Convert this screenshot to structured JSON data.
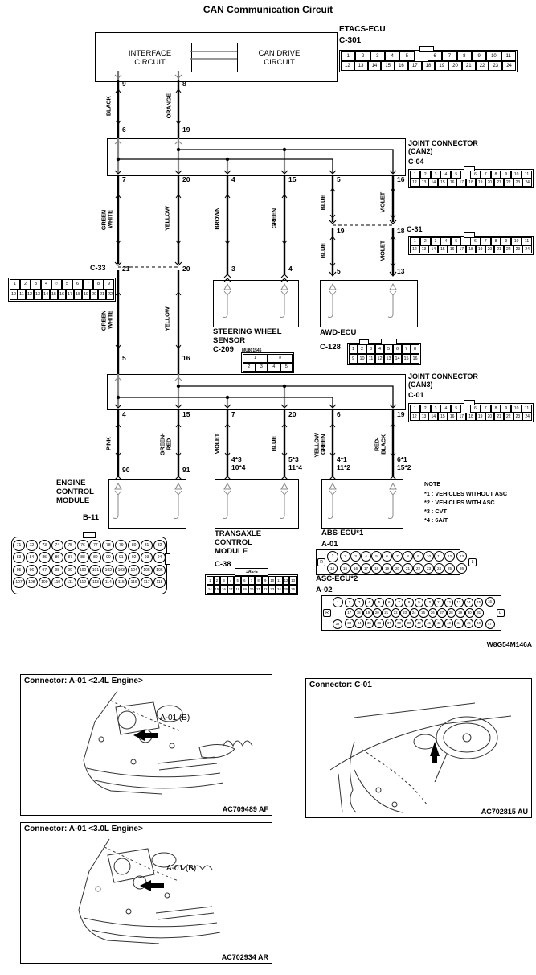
{
  "title": "CAN Communication Circuit",
  "watermark": "W8G54M146A",
  "etacs": {
    "name": "ETACS-ECU",
    "code": "C-301",
    "interface": "INTERFACE\nCIRCUIT",
    "can_drive": "CAN DRIVE\nCIRCUIT"
  },
  "jc2": {
    "name": "JOINT CONNECTOR\n(CAN2)",
    "code": "C-04"
  },
  "jc3": {
    "name": "JOINT CONNECTOR\n(CAN3)",
    "code": "C-01"
  },
  "c31": {
    "code": "C-31"
  },
  "c33": {
    "code": "C-33"
  },
  "sensor": {
    "name": "STEERING WHEEL\nSENSOR",
    "code": "C-209",
    "tag": "MU801545"
  },
  "awd": {
    "name": "AWD-ECU",
    "code": "C-128"
  },
  "ecm": {
    "name": "ENGINE\nCONTROL\nMODULE",
    "code": "B-11"
  },
  "tcm": {
    "name": "TRANSAXLE\nCONTROL\nMODULE",
    "code": "C-38"
  },
  "abs": {
    "name": "ABS-ECU*1",
    "code": "A-01"
  },
  "asc": {
    "name": "ASC-ECU*2",
    "code": "A-02"
  },
  "note": {
    "title": "NOTE",
    "l1": "*1 : VEHICLES WITHOUT ASC",
    "l2": "*2 : VEHICLES WITH ASC",
    "l3": "*3 : CVT",
    "l4": "*4 : 6A/T"
  },
  "wire_colors": {
    "top": [
      "BLACK",
      "ORANGE"
    ],
    "mid": [
      "GREEN-\nWHITE",
      "YELLOW",
      "BROWN",
      "GREEN",
      "BLUE",
      "VIOLET"
    ],
    "c31_awd": [
      "BLUE",
      "VIOLET"
    ],
    "c33_can3": [
      "GREEN-\nWHITE",
      "YELLOW"
    ],
    "bottom": [
      "PINK",
      "GREEN-\nRED",
      "VIOLET",
      "BLUE",
      "YELLOW-\nGREEN",
      "RED-\nBLACK"
    ]
  },
  "pins": {
    "etacs_out": [
      "9",
      "8"
    ],
    "can2_in": [
      "6",
      "19"
    ],
    "can2_out": [
      "7",
      "20",
      "4",
      "15",
      "5",
      "16"
    ],
    "c31_in": [
      "19",
      "18"
    ],
    "c31_out": [
      "5",
      "13"
    ],
    "c33_in": [
      "21",
      "20"
    ],
    "c33_out": [
      "5",
      "16"
    ],
    "sensor_in": [
      "3",
      "4"
    ],
    "can3_out": [
      "4",
      "15",
      "7",
      "20",
      "6",
      "19"
    ],
    "module_in": [
      "90",
      "91",
      "4*3\n10*4",
      "5*3\n11*4",
      "4*1\n11*2",
      "6*1\n15*2"
    ]
  },
  "connectors": {
    "c301": {
      "rows": [
        [
          "1",
          "2",
          "3",
          "4",
          "5",
          "",
          "6",
          "7",
          "8",
          "9",
          "10",
          "11"
        ],
        [
          "12",
          "13",
          "14",
          "15",
          "16",
          "17",
          "18",
          "19",
          "20",
          "21",
          "22",
          "23",
          "24"
        ]
      ]
    },
    "c04": {
      "rows": [
        [
          "1",
          "2",
          "3",
          "4",
          "5",
          "",
          "6",
          "7",
          "8",
          "9",
          "10",
          "11"
        ],
        [
          "12",
          "13",
          "14",
          "15",
          "16",
          "17",
          "18",
          "19",
          "20",
          "21",
          "22",
          "23",
          "24"
        ]
      ]
    },
    "c31": {
      "rows": [
        [
          "1",
          "2",
          "3",
          "4",
          "5",
          "",
          "6",
          "7",
          "8",
          "9",
          "10",
          "11"
        ],
        [
          "12",
          "13",
          "14",
          "15",
          "16",
          "17",
          "18",
          "19",
          "20",
          "21",
          "22",
          "23",
          "24"
        ]
      ]
    },
    "c01": {
      "rows": [
        [
          "1",
          "2",
          "3",
          "4",
          "5",
          "",
          "6",
          "7",
          "8",
          "9",
          "10",
          "11"
        ],
        [
          "12",
          "13",
          "14",
          "15",
          "16",
          "17",
          "18",
          "19",
          "20",
          "21",
          "22",
          "23",
          "24"
        ]
      ]
    },
    "c33": {
      "rows": [
        [
          "1",
          "2",
          "3",
          "4",
          "○",
          "5",
          "6",
          "7",
          "8",
          "9"
        ],
        [
          "10",
          "11",
          "12",
          "13",
          "14",
          "15",
          "16",
          "17",
          "18",
          "19",
          "20",
          "21",
          "22"
        ]
      ]
    },
    "c209": {
      "rows": [
        [
          "1",
          "✕"
        ],
        [
          "2",
          "3",
          "4",
          "5"
        ]
      ]
    },
    "c128": {
      "rows": [
        [
          "1",
          "2",
          "3",
          "4",
          "5",
          "6",
          "7",
          "8"
        ],
        [
          "9",
          "10",
          "11",
          "12",
          "13",
          "14",
          "15",
          "16"
        ]
      ]
    },
    "b11": {
      "rows": [
        [
          "71",
          "72",
          "73",
          "74",
          "75",
          "76",
          "77",
          "78",
          "79",
          "80",
          "81",
          "82"
        ],
        [
          "83",
          "84",
          "85",
          "86",
          "87",
          "88",
          "89",
          "90",
          "91",
          "92",
          "93",
          "94"
        ],
        [
          "95",
          "96",
          "97",
          "98",
          "99",
          "100",
          "101",
          "102",
          "103",
          "104",
          "105",
          "106"
        ],
        [
          "107",
          "108",
          "109",
          "110",
          "111",
          "112",
          "113",
          "114",
          "115",
          "116",
          "117",
          "118"
        ]
      ]
    },
    "c38": {
      "label": "JAE-E",
      "rows": [
        [
          "1",
          "2",
          "3",
          "4",
          "5",
          "6",
          "7",
          "8",
          "9",
          "10",
          "11",
          "12",
          "13"
        ],
        [
          "14",
          "15",
          "16",
          "17",
          "18",
          "19",
          "20",
          "21",
          "22",
          "23",
          "24",
          "25",
          "26"
        ]
      ]
    },
    "a01": {
      "left": "R",
      "right": "L",
      "corner": [
        "1",
        "14",
        "13",
        "26"
      ],
      "rows": [
        [
          "2",
          "3",
          "4",
          "5",
          "6",
          "7",
          "8",
          "9",
          "10",
          "11",
          "12"
        ],
        [
          "15",
          "16",
          "17",
          "18",
          "19",
          "20",
          "21",
          "22",
          "23",
          "24",
          "25"
        ]
      ]
    },
    "a02": {
      "left": "R",
      "right": "L",
      "corner": [
        "1",
        "32",
        "16",
        "47"
      ],
      "rows": [
        [
          "2",
          "3",
          "4",
          "5",
          "6",
          "7",
          "8",
          "9",
          "10",
          "11",
          "12",
          "13",
          "14",
          "15"
        ],
        [
          "17",
          "18",
          "19",
          "20",
          "21",
          "22",
          "23",
          "24",
          "25",
          "26",
          "27",
          "28",
          "29",
          "30",
          "31"
        ],
        [
          "33",
          "34",
          "35",
          "36",
          "37",
          "38",
          "39",
          "40",
          "41",
          "42",
          "43",
          "44",
          "45",
          "46"
        ]
      ]
    }
  },
  "photos": {
    "p1": {
      "header": "Connector: A-01 <2.4L Engine>",
      "label": "A-01 (B)",
      "caption": "AC709489 AF"
    },
    "p2": {
      "header": "Connector: C-01",
      "caption": "AC702815 AU"
    },
    "p3": {
      "header": "Connector: A-01 <3.0L Engine>",
      "label": "A-01 (B)",
      "caption": "AC702934 AR"
    }
  }
}
